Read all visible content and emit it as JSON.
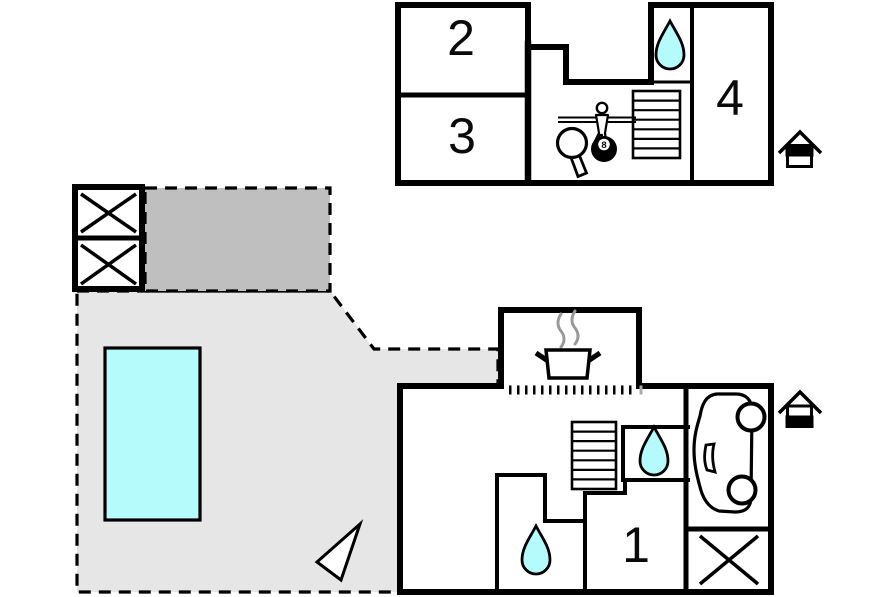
{
  "plan": {
    "upper_floor": {
      "room_labels": {
        "r2": "2",
        "r3": "3",
        "r4": "4"
      },
      "ball_label": "8",
      "icons": [
        "water-drop",
        "stairs",
        "table-tennis-paddle",
        "eight-ball",
        "foosball-player"
      ]
    },
    "lower_floor": {
      "room_labels": {
        "r1": "1"
      },
      "icons": [
        "cooking-pot",
        "steam",
        "counter-hatch",
        "stairs",
        "water-drop",
        "water-drop",
        "car",
        "cross-box"
      ]
    },
    "outdoor": {
      "icons": [
        "terrace",
        "covered-terrace",
        "pool",
        "crossed-storage-boxes",
        "direction-arrow"
      ]
    },
    "floor_indicators": [
      "upper-floor-indicator",
      "ground-floor-indicator"
    ]
  },
  "colors": {
    "wall": "#000000",
    "water": "#b5fbfb",
    "terrace_light": "#e6e6e6",
    "terrace_dark": "#bfbfbf",
    "steam": "#999999"
  }
}
